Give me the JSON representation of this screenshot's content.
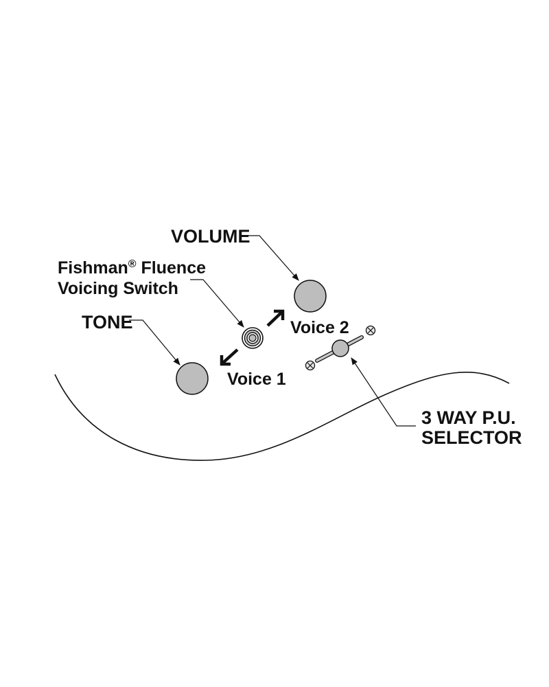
{
  "labels": {
    "volume": "VOLUME",
    "fishman_line1": "Fishman",
    "registered_mark": "®",
    "fishman_line1_rest": " Fluence",
    "fishman_line2": "Voicing Switch",
    "tone": "TONE",
    "voice1": "Voice 1",
    "voice2": "Voice 2",
    "selector_line1": "3 WAY P.U.",
    "selector_line2": "SELECTOR"
  },
  "colors": {
    "knob_fill": "#bdbdbd",
    "ink": "#111111",
    "background": "#ffffff"
  }
}
